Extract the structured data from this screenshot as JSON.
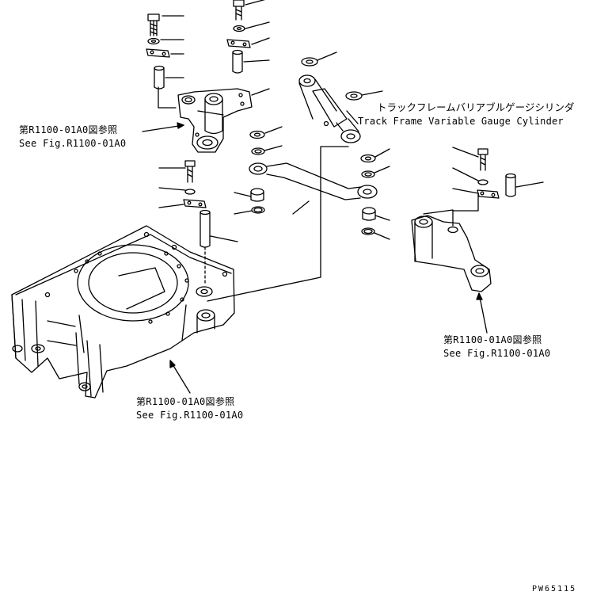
{
  "callouts": {
    "cylinder_jp": "トラックフレームバリアブルゲージシリンダ",
    "cylinder_en": "Track Frame Variable Gauge Cylinder",
    "ref_left_jp": "第R1100-01A0図参照",
    "ref_left_en": "See Fig.R1100-01A0",
    "ref_right_jp": "第R1100-01A0図参照",
    "ref_right_en": "See Fig.R1100-01A0",
    "ref_bottom_jp": "第R1100-01A0図参照",
    "ref_bottom_en": "See Fig.R1100-01A0"
  },
  "drawing_code": "PW65115",
  "colors": {
    "line": "#000000",
    "background": "#ffffff"
  }
}
